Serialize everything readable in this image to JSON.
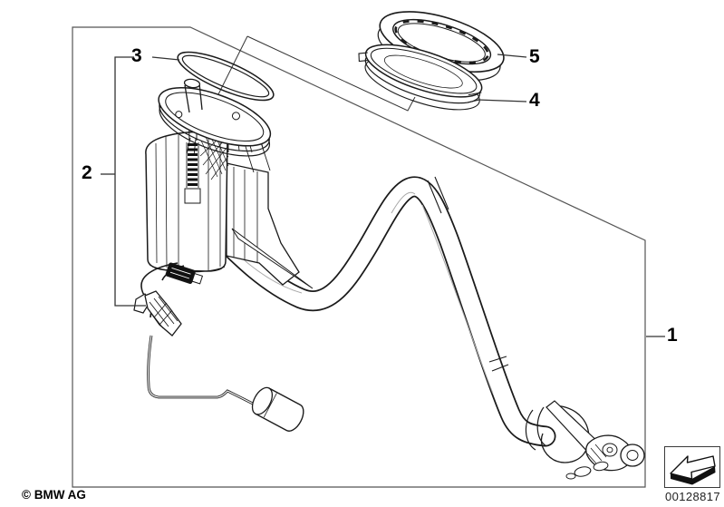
{
  "diagram": {
    "description": "Exploded parts line drawing: fuel pump / fuel level sender unit with flange, sealing ring, cover, locking ring and long fuel hose with end fittings",
    "callouts": [
      {
        "id": 1,
        "label": "1"
      },
      {
        "id": 2,
        "label": "2"
      },
      {
        "id": 3,
        "label": "3"
      },
      {
        "id": 4,
        "label": "4"
      },
      {
        "id": 5,
        "label": "5"
      }
    ]
  },
  "footer": {
    "copyright": "© BMW AG",
    "image_number": "00128817"
  },
  "icons": {
    "direction_arrow": "direction-arrow-icon"
  },
  "colors": {
    "background": "#ffffff",
    "line_art": "#1a1a1a",
    "frame": "#555555",
    "text": "#000000"
  }
}
